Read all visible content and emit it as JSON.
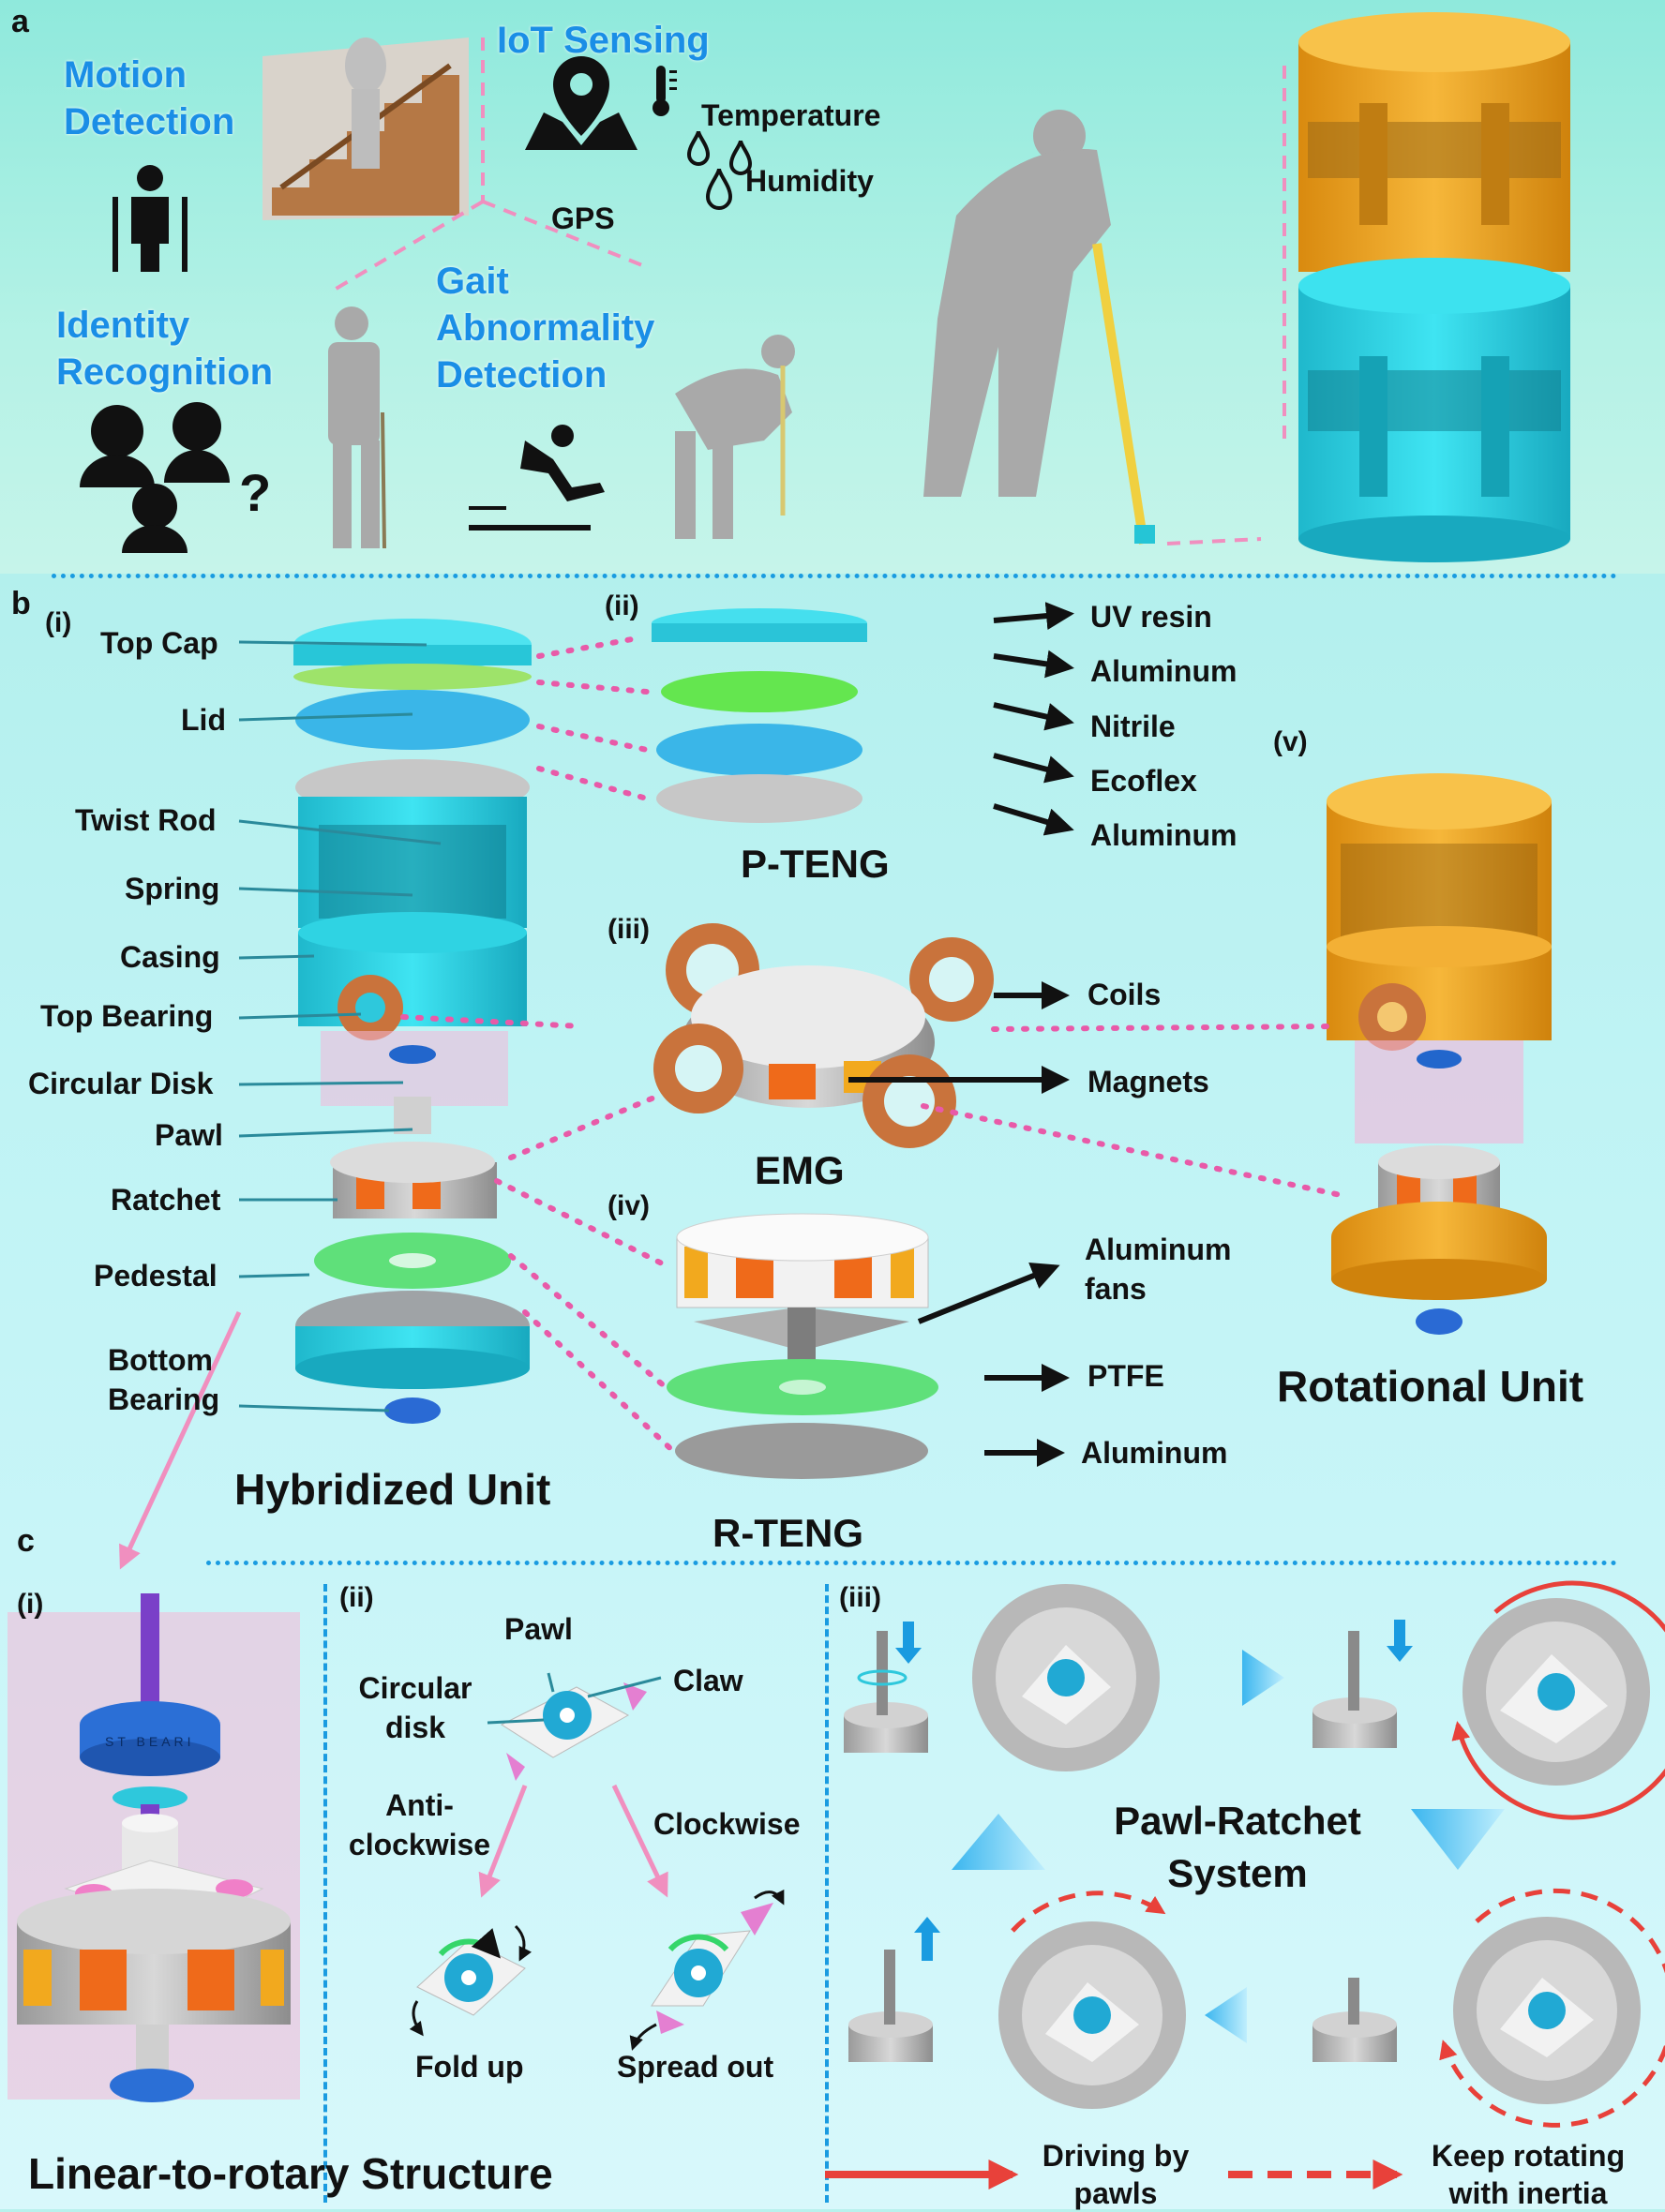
{
  "panel_a": {
    "letter": "a",
    "motion_detection": "Motion Detection",
    "iot_sensing": "IoT Sensing",
    "temperature": "Temperature",
    "humidity": "Humidity",
    "gps": "GPS",
    "identity_recognition": "Identity Recognition",
    "gait_abnormality_detection": "Gait Abnormality Detection"
  },
  "panel_b": {
    "letter": "b",
    "roman_i": "(i)",
    "roman_ii": "(ii)",
    "roman_iii": "(iii)",
    "roman_iv": "(iv)",
    "roman_v": "(v)",
    "parts": [
      "Top Cap",
      "Lid",
      "Twist Rod",
      "Spring",
      "Casing",
      "Top Bearing",
      "Circular Disk",
      "Pawl",
      "Ratchet",
      "Pedestal",
      "Bottom Bearing"
    ],
    "pteng_layers": [
      "UV resin",
      "Aluminum",
      "Nitrile",
      "Ecoflex",
      "Aluminum"
    ],
    "pteng_title": "P-TENG",
    "emg_labels": [
      "Coils",
      "Magnets"
    ],
    "emg_title": "EMG",
    "rteng_labels": [
      "Aluminum fans",
      "PTFE",
      "Aluminum"
    ],
    "rteng_title": "R-TENG",
    "hybridized_unit": "Hybridized Unit",
    "rotational_unit": "Rotational Unit"
  },
  "panel_c": {
    "letter": "c",
    "roman_i": "(i)",
    "roman_ii": "(ii)",
    "roman_iii": "(iii)",
    "bearing_text": "ST BEARI",
    "pawl": "Pawl",
    "circular_disk": "Circular disk",
    "claw": "Claw",
    "anticlockwise": "Anti-clockwise",
    "clockwise": "Clockwise",
    "fold_up": "Fold up",
    "spread_out": "Spread out",
    "system_title": "Pawl-Ratchet System",
    "linear_to_rotary": "Linear-to-rotary Structure",
    "legend_driving": "Driving by pawls",
    "legend_inertia": "Keep rotating with inertia"
  },
  "colors": {
    "cyan": "#29d3e6",
    "orange": "#f2a91e",
    "pink_dotted": "#e85aa8",
    "divider_blue": "#1a9be0",
    "red_arrow": "#e8413a",
    "copper": "#c9733c",
    "green_layer": "#5fe07a"
  }
}
